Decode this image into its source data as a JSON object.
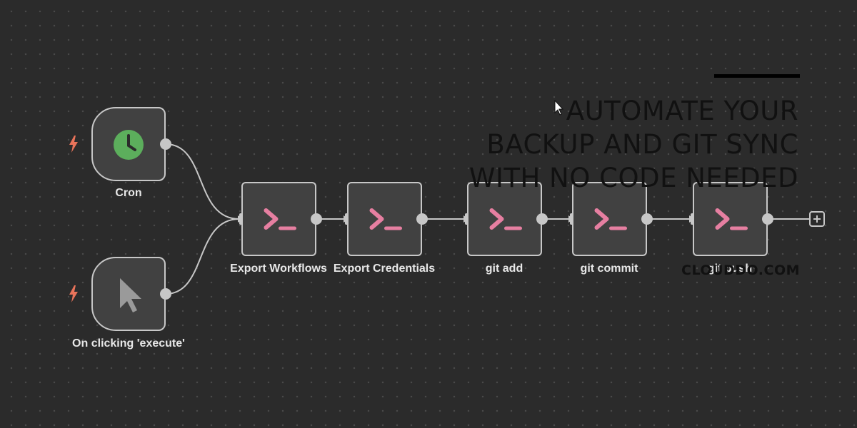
{
  "nodes": {
    "cron": {
      "label": "Cron",
      "icon": "clock-icon"
    },
    "manual": {
      "label": "On clicking 'execute'",
      "icon": "pointer-icon"
    },
    "export_workflows": {
      "label": "Export Workflows",
      "icon": "terminal-icon"
    },
    "export_credentials": {
      "label": "Export Credentials",
      "icon": "terminal-icon"
    },
    "git_add": {
      "label": "git add",
      "icon": "terminal-icon"
    },
    "git_commit": {
      "label": "git commit",
      "icon": "terminal-icon"
    },
    "git_push": {
      "label": "git push",
      "icon": "terminal-icon"
    }
  },
  "overlay": {
    "headline_lines": [
      "AUTOMATE YOUR",
      "BACKUP AND GIT SYNC",
      "WITH NO CODE NEEDED"
    ],
    "brand": "CLOUDDO.COM"
  },
  "colors": {
    "canvas_bg": "#2b2b2b",
    "node_bg": "#414141",
    "node_border": "#c7c7c7",
    "clock_green": "#5cae5c",
    "terminal_pink": "#e67fa1",
    "bolt_orange": "#e8735a",
    "overlay_text": "#111111"
  }
}
